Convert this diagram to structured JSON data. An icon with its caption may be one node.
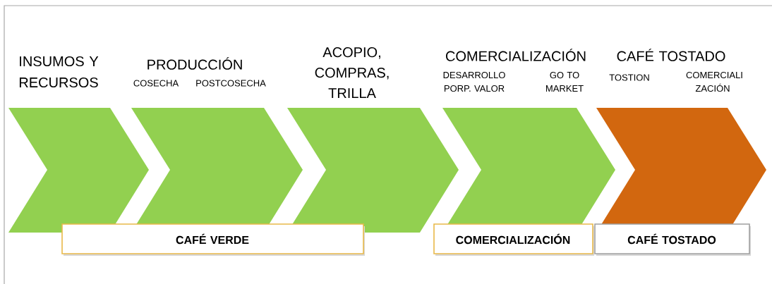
{
  "diagram": {
    "nodes": [
      {
        "text": [
          "INSUMOS Y RECURSOS"
        ]
      },
      {
        "text": [
          "PRODUCCIÓN",
          "COSECHA",
          "POSTCOSECHA"
        ]
      },
      {
        "text": [
          "ACOPIO, COMPRAS, TRILLA"
        ]
      },
      {
        "text": [
          "COMERCIALIZACIÓN",
          "DESARROLLO PORP. VALOR",
          "GO TO MARKET"
        ]
      },
      {
        "text": [
          "CAFÉ TOSTADO",
          "TOSTION",
          "COMERCIALI ZACIÓN"
        ]
      },
      {
        "text": [
          "CAFÉ VERDE"
        ]
      },
      {
        "text": [
          "COMERCIALIZACIÓN"
        ]
      },
      {
        "text": [
          "CAFÉ TOSTADO"
        ]
      }
    ]
  }
}
